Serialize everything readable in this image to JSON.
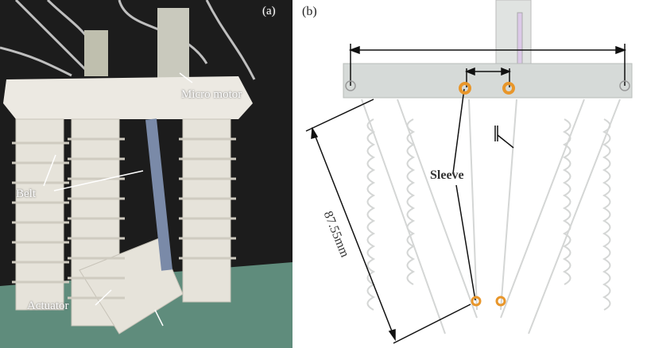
{
  "panel_a": {
    "tag": "(a)",
    "labels": {
      "motor": "Micro motor",
      "belt": "Belt",
      "actuator": "Actuator"
    }
  },
  "panel_b": {
    "tag": "(b)",
    "labels": {
      "sleeve": "Sleeve",
      "length": "87.55mm"
    }
  },
  "colors": {
    "sleeve": "#e8962a",
    "plate": "#d6dad8",
    "background_photo": "#1e1e1e",
    "mat": "#5f8c7c"
  }
}
